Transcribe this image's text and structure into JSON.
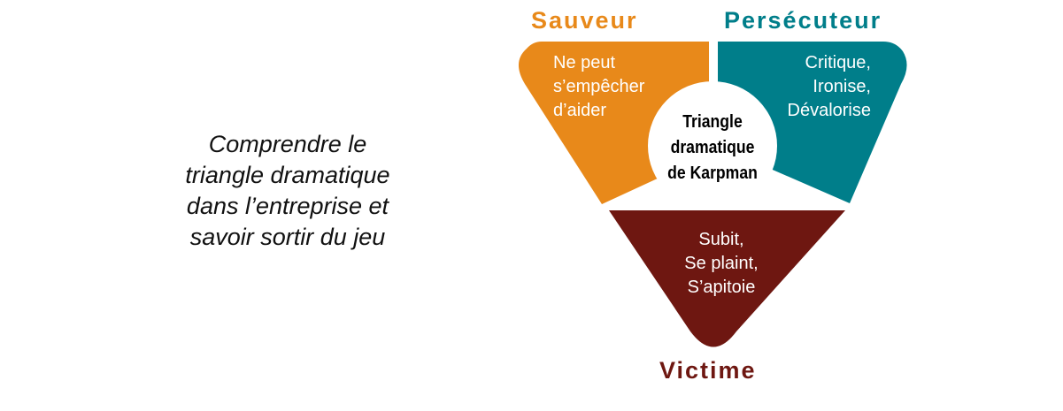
{
  "subtitle": {
    "lines": [
      "Comprendre le",
      "triangle dramatique",
      "dans l’entreprise et",
      "savoir sortir du jeu"
    ]
  },
  "diagram": {
    "center": {
      "lines": [
        "Triangle",
        "dramatique",
        "de Karpman"
      ]
    },
    "roles": {
      "sauveur": {
        "label": "Sauveur",
        "color": "#E8891A",
        "lines": [
          "Ne peut",
          "s’empêcher",
          "d’aider"
        ]
      },
      "persecuteur": {
        "label": "Persécuteur",
        "color": "#007E8A",
        "lines": [
          "Critique,",
          "Ironise,",
          "Dévalorise"
        ]
      },
      "victime": {
        "label": "Victime",
        "color": "#6E1711",
        "lines": [
          "Subit,",
          "Se plaint,",
          "S’apitoie"
        ]
      }
    }
  }
}
